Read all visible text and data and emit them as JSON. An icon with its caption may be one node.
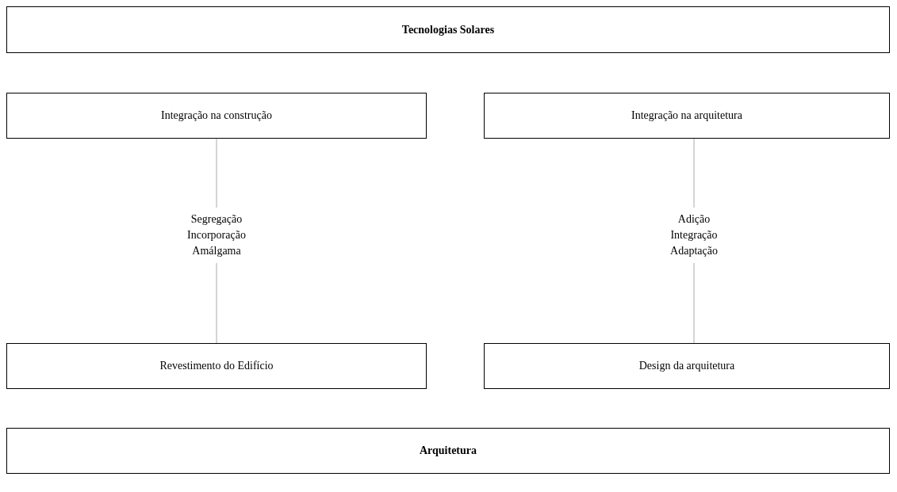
{
  "diagram": {
    "nodes": [
      {
        "text": [
          "Tecnologias Solares"
        ]
      },
      {
        "text": [
          "Integração na construção"
        ]
      },
      {
        "text": [
          "Integração na arquitetura"
        ]
      },
      {
        "text": [
          "Revestimento do Edifício"
        ]
      },
      {
        "text": [
          "Design da arquitetura"
        ]
      },
      {
        "text": [
          "Arquitetura"
        ]
      },
      {
        "text": [
          "Segregação",
          "Incorporação",
          "Amálgama"
        ]
      },
      {
        "text": [
          "Adição",
          "Integração",
          "Adaptação"
        ]
      }
    ],
    "edges": [
      {
        "from": 1,
        "to": 6,
        "arrow": "none"
      },
      {
        "from": 6,
        "to": 3,
        "arrow": "none"
      },
      {
        "from": 2,
        "to": 7,
        "arrow": "none"
      },
      {
        "from": 7,
        "to": 4,
        "arrow": "none"
      }
    ]
  }
}
